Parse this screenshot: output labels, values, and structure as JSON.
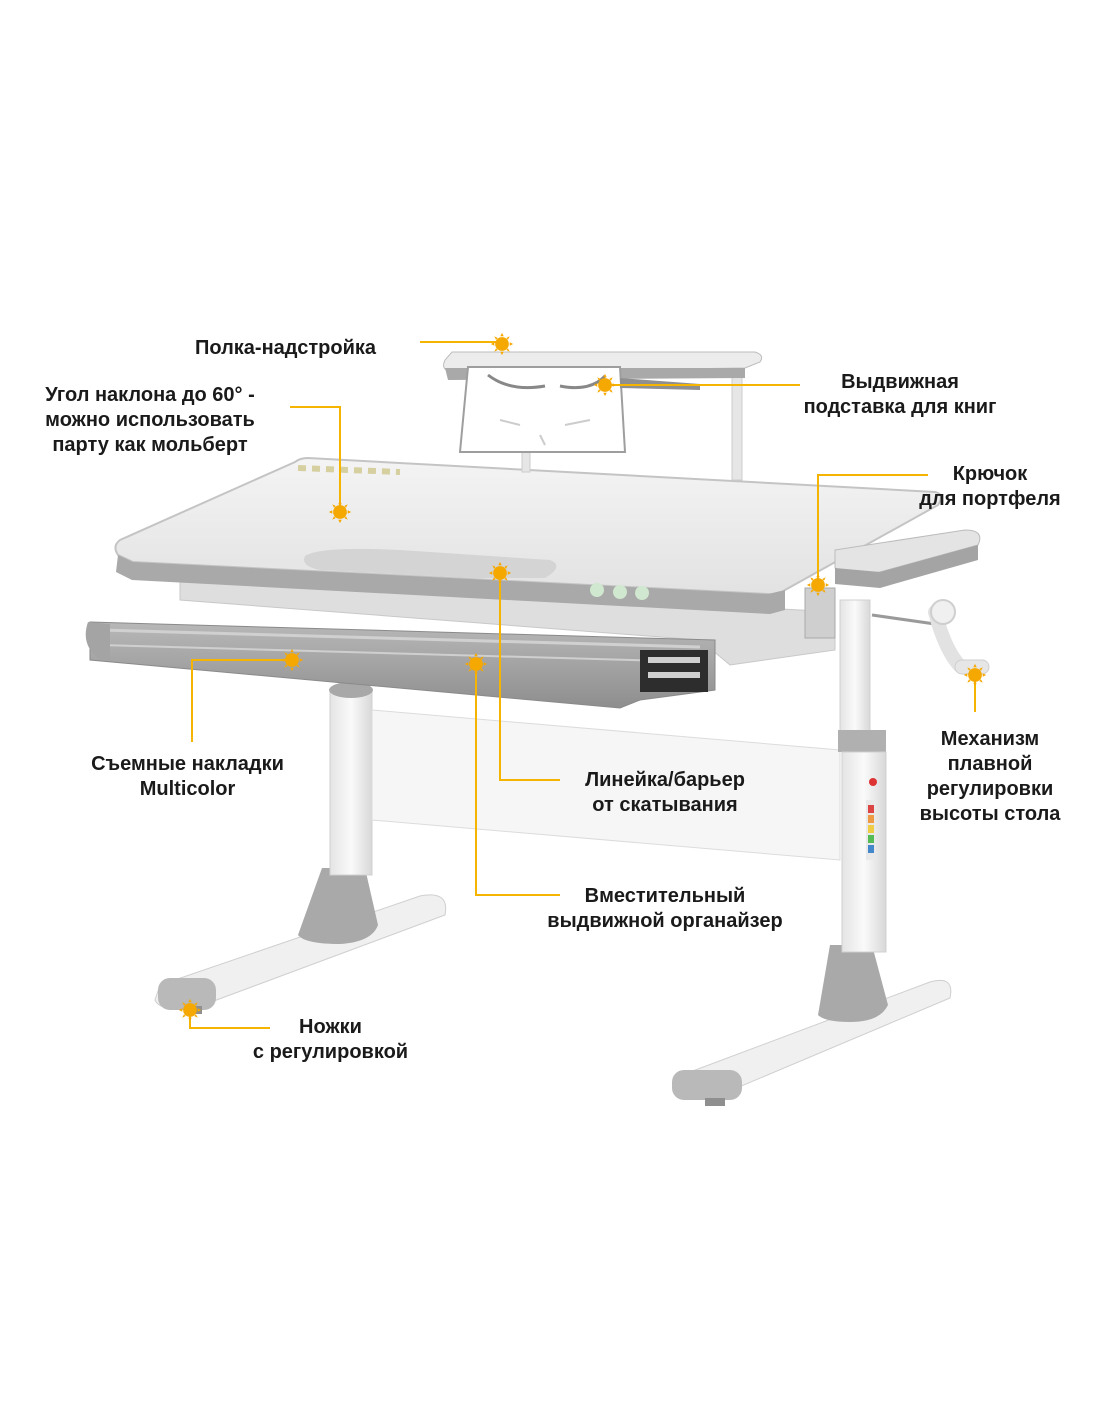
{
  "colors": {
    "accent": "#f5a800",
    "leader": "#f5b400",
    "frame": "#c9c9c9",
    "frame_dark": "#9a9a9a",
    "surface": "#e9e9e9"
  },
  "labels": {
    "shelf": "Полка-надстройка",
    "angle": "Угол наклона до 60° -\nможно использовать\nпарту как мольберт",
    "book_stand": "Выдвижная\nподставка для книг",
    "hook": "Крючок\nдля портфеля",
    "pads": "Съемные накладки\nMulticolor",
    "ruler": "Линейка/барьер\nот скатывания",
    "mechanism": "Механизм\nплавной\nрегулировки\nвысоты стола",
    "organizer": "Вместительный\nвыдвижной органайзер",
    "feet": "Ножки\nс регулировкой"
  }
}
